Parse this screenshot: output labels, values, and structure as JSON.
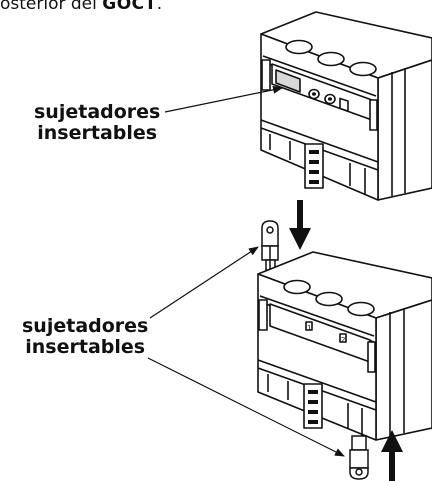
{
  "header": {
    "text_prefix": "osterior del ",
    "text_bold": "GOCT",
    "text_suffix": "."
  },
  "callouts": {
    "top": {
      "line1": "sujetadores",
      "line2": "insertables"
    },
    "bottom": {
      "line1": "sujetadores",
      "line2": "insertables"
    }
  },
  "device_labels": {
    "marker_top": "1",
    "marker_bottom": "2"
  },
  "colors": {
    "ink": "#111111",
    "paper": "#ffffff",
    "shade": "#d9d9d9"
  }
}
